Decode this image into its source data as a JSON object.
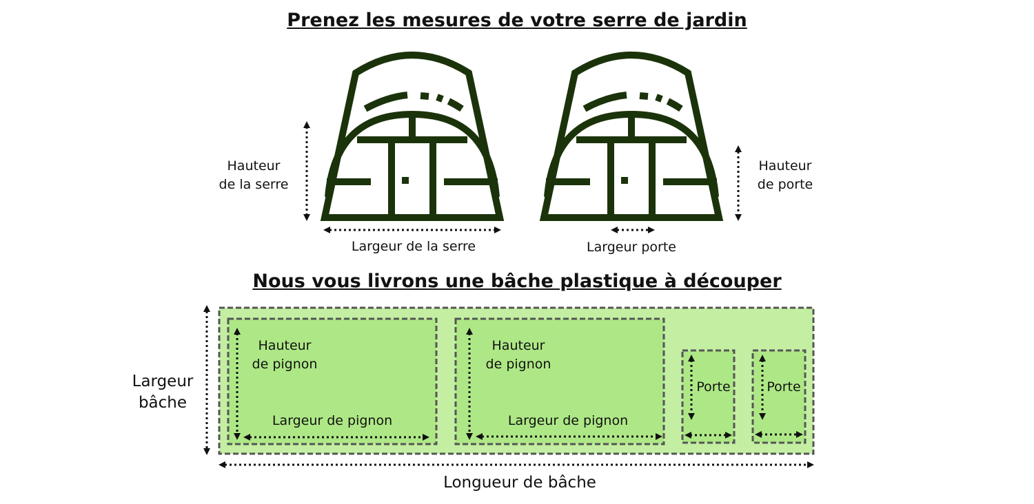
{
  "titles": {
    "measure": "Prenez les mesures de votre serre de jardin",
    "cover": "Nous vous livrons une bâche plastique à découper"
  },
  "greenhouse": {
    "height_label": "Hauteur\nde la serre",
    "width_label": "Largeur de la serre",
    "door_height_label": "Hauteur\nde porte",
    "door_width_label": "Largeur porte"
  },
  "tarp": {
    "width_label": "Largeur\nbâche",
    "length_label": "Longueur de bâche",
    "gable_height_label": "Hauteur\nde pignon",
    "gable_width_label": "Largeur de pignon",
    "door_label": "Porte"
  },
  "colors": {
    "icon": "#1b330a",
    "tarp_fill": "#c4efa3",
    "panel_fill": "#aee886",
    "dash": "#555555",
    "arrow": "#111111"
  },
  "icons": {
    "greenhouse": "greenhouse-icon"
  }
}
